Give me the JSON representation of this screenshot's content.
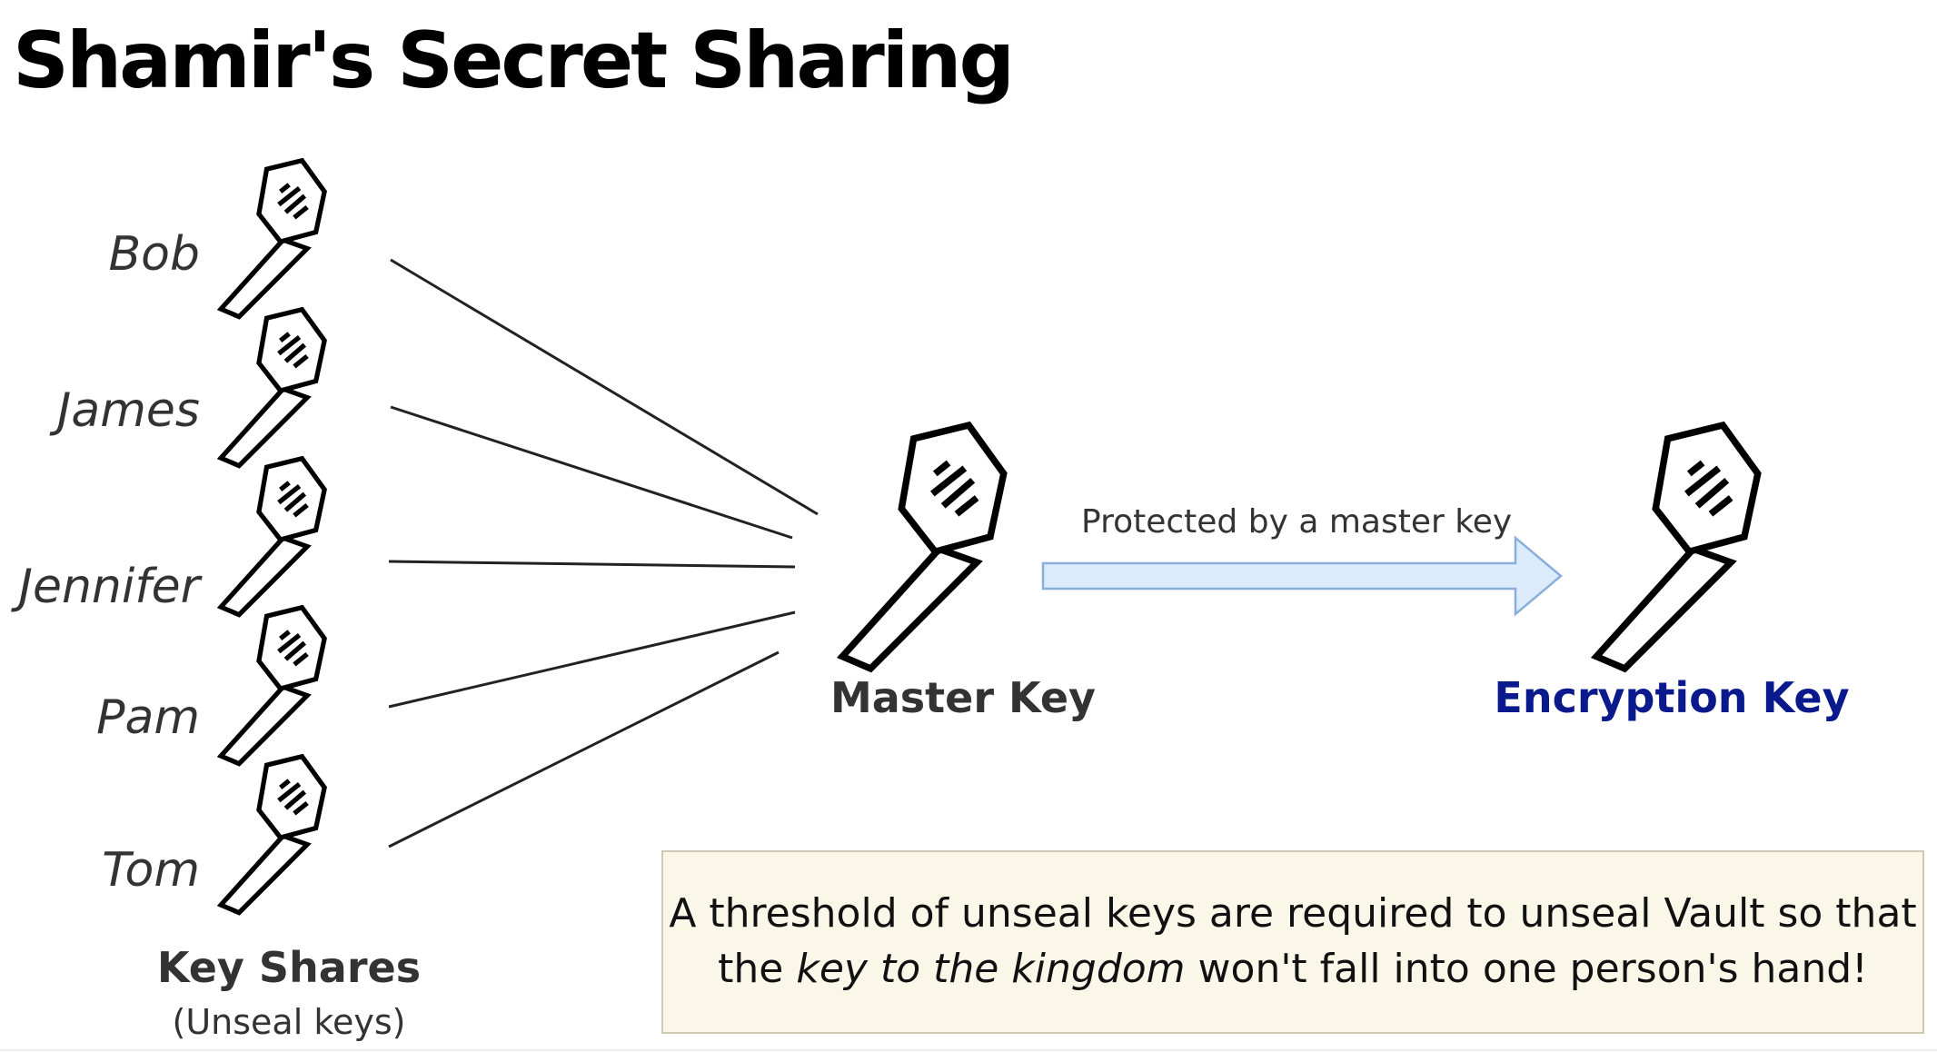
{
  "title": "Shamir's Secret Sharing",
  "shares": {
    "people": [
      "Bob",
      "James",
      "Jennifer",
      "Pam",
      "Tom"
    ],
    "label": "Key Shares",
    "sublabel": "(Unseal keys)"
  },
  "master_key": {
    "label": "Master Key",
    "color": "#333333"
  },
  "arrow": {
    "label": "Protected by a master key",
    "fill": "#dcebfb",
    "stroke": "#8aaedb"
  },
  "encryption_key": {
    "label": "Encryption Key",
    "color": "#0a1a8c"
  },
  "note": {
    "line1": "A threshold of unseal keys are required to unseal Vault so that",
    "line2_before": "the ",
    "line2_emphasis": "key to the kingdom",
    "line2_after": " won't fall into one person's hand!"
  },
  "icons": {
    "share": "key-icon",
    "master": "key-icon",
    "encryption": "key-icon"
  }
}
